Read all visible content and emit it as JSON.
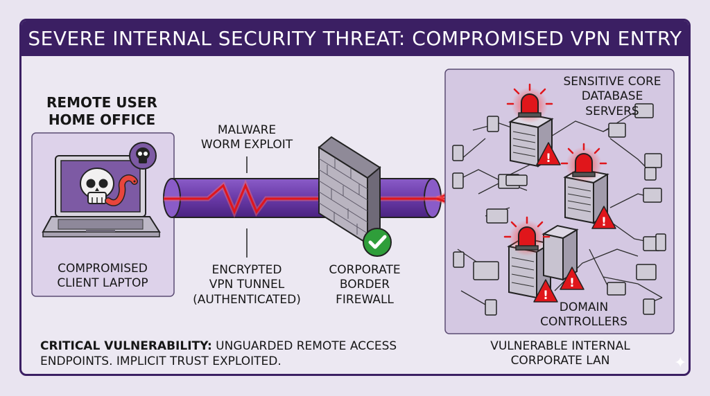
{
  "title": "SEVERE INTERNAL SECURITY THREAT: COMPROMISED VPN ENTRY",
  "remote": {
    "heading_line1": "REMOTE USER",
    "heading_line2": "HOME OFFICE",
    "laptop_line1": "COMPROMISED",
    "laptop_line2": "CLIENT LAPTOP"
  },
  "malware": {
    "line1": "MALWARE",
    "line2": "WORM EXPLOIT"
  },
  "tunnel": {
    "line1": "ENCRYPTED",
    "line2": "VPN TUNNEL",
    "line3": "(AUTHENTICATED)"
  },
  "firewall": {
    "line1": "CORPORATE",
    "line2": "BORDER",
    "line3": "FIREWALL"
  },
  "servers": {
    "line1": "SENSITIVE CORE",
    "line2": "DATABASE",
    "line3": "SERVERS"
  },
  "domain": {
    "line1": "DOMAIN",
    "line2": "CONTROLLERS"
  },
  "lan": {
    "line1": "VULNERABLE INTERNAL",
    "line2": "CORPORATE LAN"
  },
  "footer": {
    "bold": "CRITICAL VULNERABILITY:",
    "rest": " UNGUARDED REMOTE ACCESS",
    "line2": "ENDPOINTS. IMPLICIT TRUST EXPLOITED."
  },
  "colors": {
    "brand_purple": "#3b1f63",
    "tunnel_purple": "#6a3aa8",
    "alert_red": "#e0161b",
    "firewall_ok_green": "#2f9e3a"
  },
  "icons": [
    "skull-icon",
    "worm-icon",
    "skull-badge-icon",
    "checkmark-badge-icon",
    "alarm-siren-icon",
    "warning-triangle-icon",
    "server-rack-icon",
    "desktop-monitor-icon",
    "brick-firewall-icon"
  ]
}
